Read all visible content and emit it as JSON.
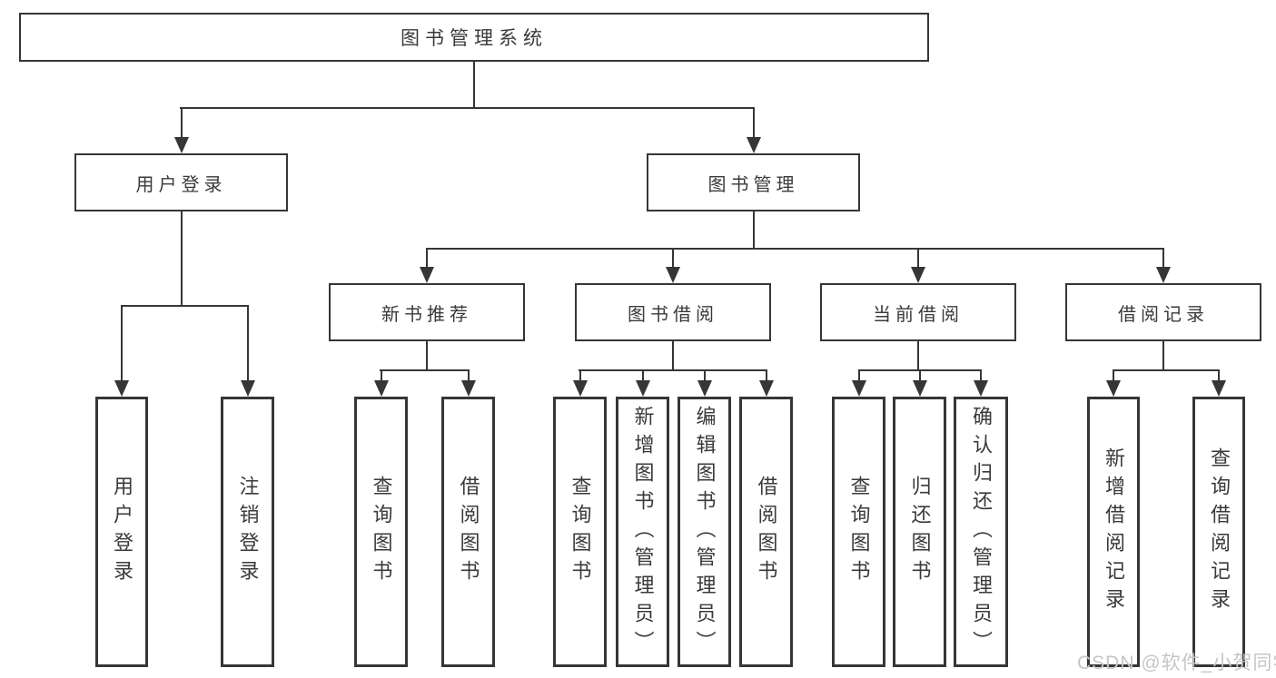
{
  "diagram": {
    "title": "图书管理系统",
    "level2": [
      {
        "label": "用户登录"
      },
      {
        "label": "图书管理"
      }
    ],
    "level3": [
      {
        "label": "新书推荐"
      },
      {
        "label": "图书借阅"
      },
      {
        "label": "当前借阅"
      },
      {
        "label": "借阅记录"
      }
    ],
    "leaves": {
      "user_login": [
        "用户登录",
        "注销登录"
      ],
      "new_book_recommend": [
        "查询图书",
        "借阅图书"
      ],
      "book_borrow": [
        "查询图书",
        "新增图书（管理员）",
        "编辑图书（管理员）",
        "借阅图书"
      ],
      "current_borrow": [
        "查询图书",
        "归还图书",
        "确认归还（管理员）"
      ],
      "borrow_record": [
        "新增借阅记录",
        "查询借阅记录"
      ]
    },
    "watermark": "CSDN @软件_小贺同学",
    "colors": {
      "line": "#363636",
      "text": "#3a3a3a",
      "background": "#ffffff",
      "watermark": "#c6c6c6"
    }
  }
}
